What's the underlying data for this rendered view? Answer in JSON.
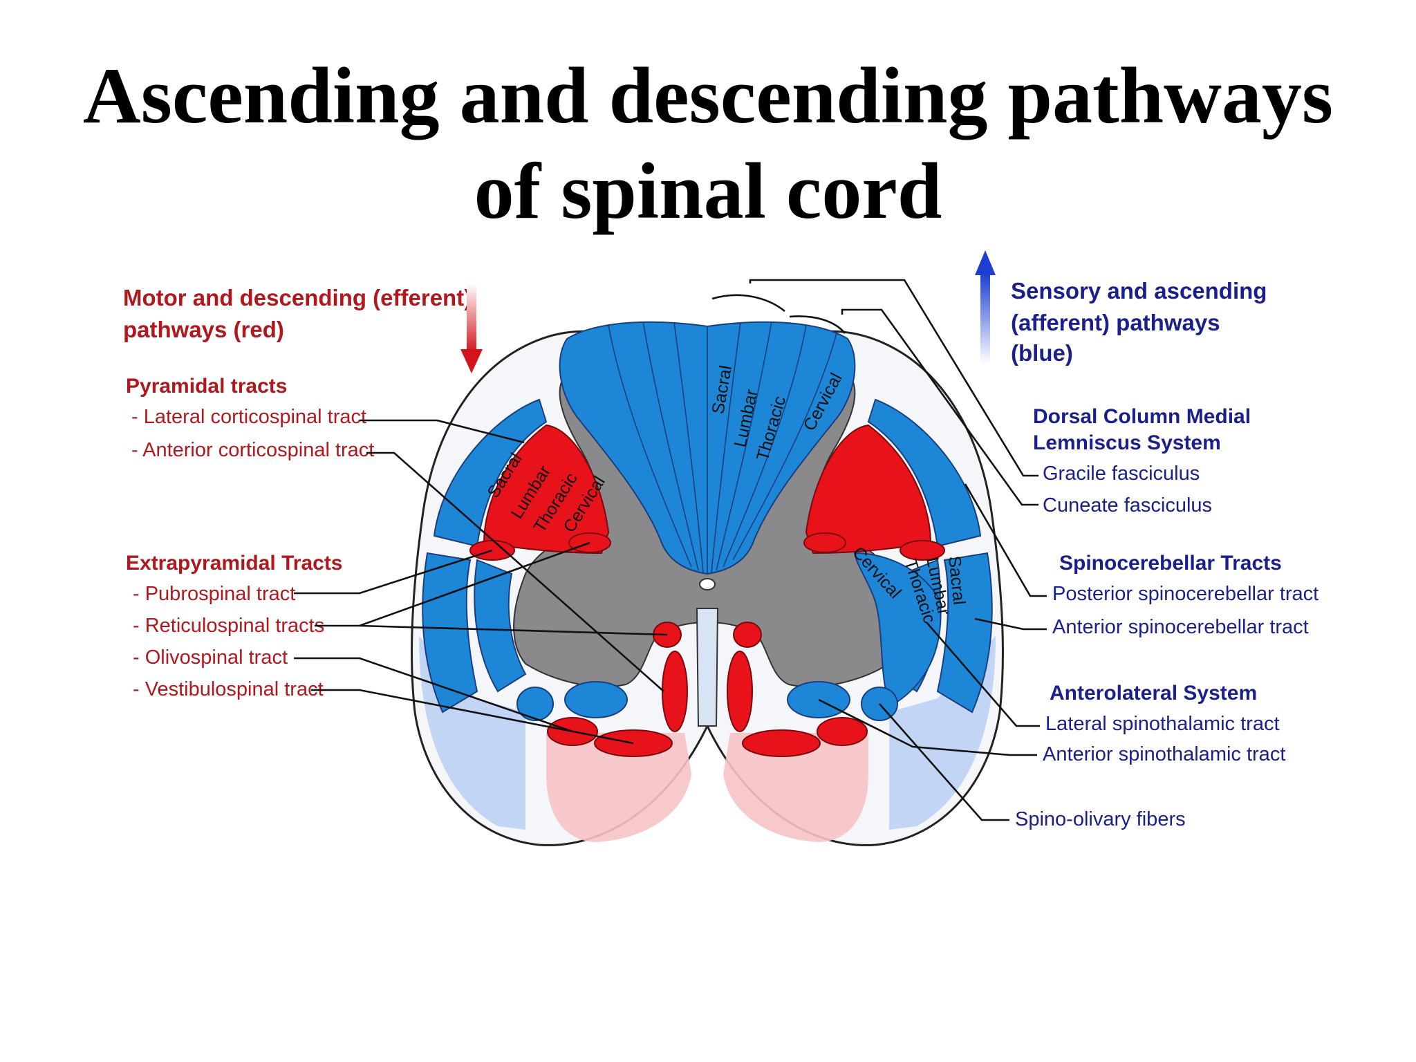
{
  "title": {
    "line1": "Ascending and descending pathways",
    "line2": "of spinal cord"
  },
  "colors": {
    "motor": "#e8121a",
    "sensory": "#1e86d6",
    "gray_matter": "#8a8a8c",
    "motor_label": "#b0181e",
    "sensory_label": "#1a1f8c"
  },
  "motor": {
    "header_line1": "Motor and descending (efferent)",
    "header_line2": "pathways   (red)",
    "arrow_icon": "arrow-down-icon",
    "pyramidal": {
      "heading": "Pyramidal tracts",
      "items": [
        "- Lateral corticospinal tract",
        "- Anterior corticospinal tract"
      ]
    },
    "extrapyramidal": {
      "heading": "Extrapyramidal Tracts",
      "items": [
        "- Pubrospinal tract",
        "- Reticulospinal tracts",
        "- Olivospinal tract",
        "- Vestibulospinal tract"
      ]
    }
  },
  "sensory": {
    "header_line1": "Sensory and ascending",
    "header_line2": "(afferent) pathways",
    "header_line3": "(blue)",
    "arrow_icon": "arrow-up-icon",
    "dorsal": {
      "heading_line1": "Dorsal Column Medial",
      "heading_line2": "Lemniscus System",
      "items": [
        "Gracile fasciculus",
        "Cuneate fasciculus"
      ]
    },
    "spinocerebellar": {
      "heading": "Spinocerebellar Tracts",
      "items": [
        "Posterior spinocerebellar tract",
        "Anterior spinocerebellar tract"
      ]
    },
    "anterolateral": {
      "heading": "Anterolateral System",
      "items": [
        "Lateral spinothalamic tract",
        "Anterior spinothalamic tract"
      ]
    },
    "spino_olivary": "Spino-olivary fibers"
  },
  "segments": {
    "dorsal": [
      "Sacral",
      "Lumbar",
      "Thoracic",
      "Cervical"
    ],
    "left_lateral": [
      "Sacral",
      "Lumbar",
      "Thoracic",
      "Cervical"
    ],
    "right_lateral": [
      "Cervical",
      "Thoracic",
      "Lumbar",
      "Sacral"
    ]
  }
}
